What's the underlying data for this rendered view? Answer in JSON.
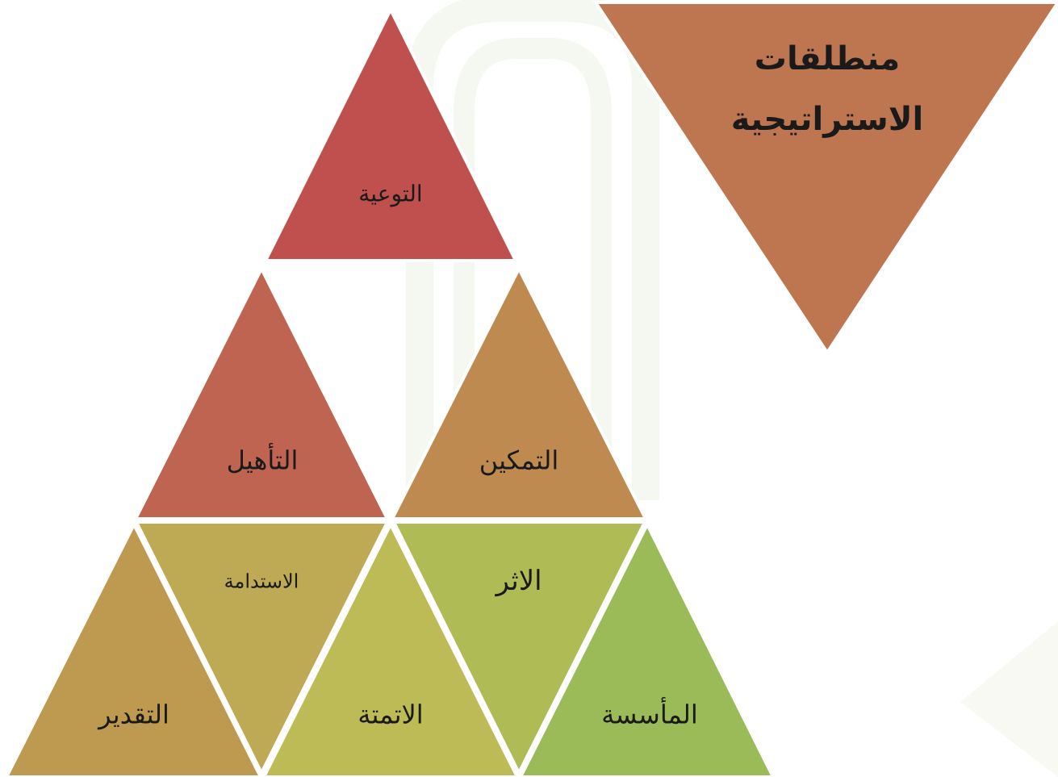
{
  "title": {
    "line1": "منطلقات",
    "line2": "الاستراتيجية",
    "color": "#BE7650"
  },
  "triangles": [
    {
      "id": "awareness",
      "label": "التوعية",
      "color": "#C0504D"
    },
    {
      "id": "qualification",
      "label": "التأهيل",
      "color": "#BF6450"
    },
    {
      "id": "empowerment",
      "label": "التمكين",
      "color": "#BF8A50"
    },
    {
      "id": "appreciation",
      "label": "التقدير",
      "color": "#BE9A50"
    },
    {
      "id": "sustainability",
      "label": "الاستدامة",
      "color": "#BEA955"
    },
    {
      "id": "automation",
      "label": "الاتمتة",
      "color": "#BDBB55"
    },
    {
      "id": "impact",
      "label": "الاثر",
      "color": "#AFBB55"
    },
    {
      "id": "institutionalization",
      "label": "المأسسة",
      "color": "#9BBB59"
    }
  ],
  "watermark_color": "#EEF3E4"
}
